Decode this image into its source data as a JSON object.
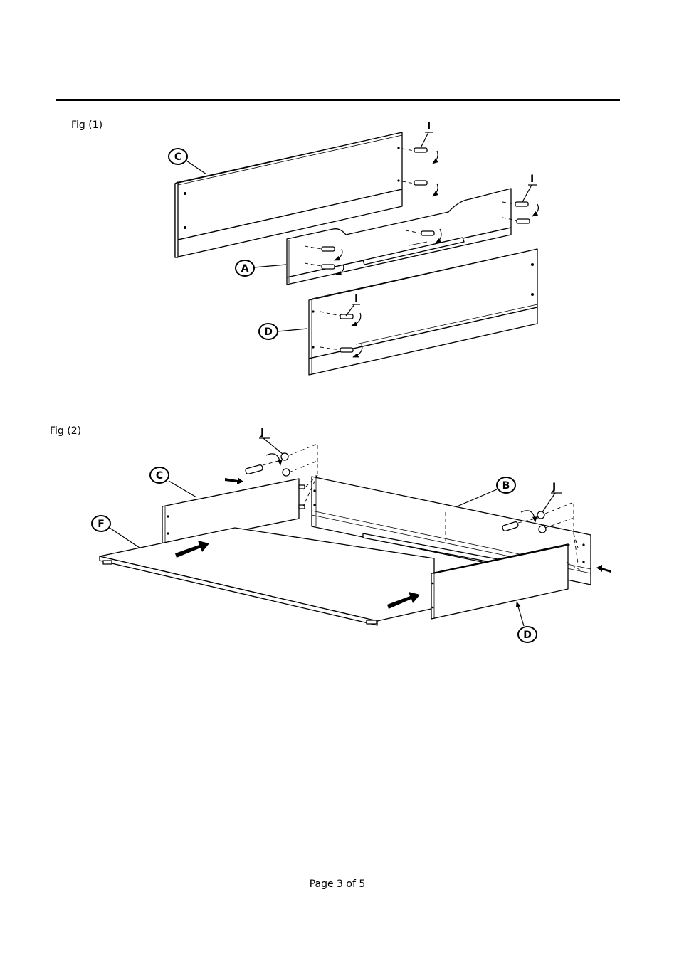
{
  "figures": [
    {
      "caption": "Fig (1)",
      "parts": [
        "C",
        "A",
        "D"
      ],
      "hardware": [
        "I",
        "I",
        "I"
      ]
    },
    {
      "caption": "Fig (2)",
      "parts": [
        "C",
        "B",
        "F",
        "D"
      ],
      "hardware": [
        "J",
        "J"
      ]
    }
  ],
  "footer": {
    "page": "Page 3 of 5"
  }
}
